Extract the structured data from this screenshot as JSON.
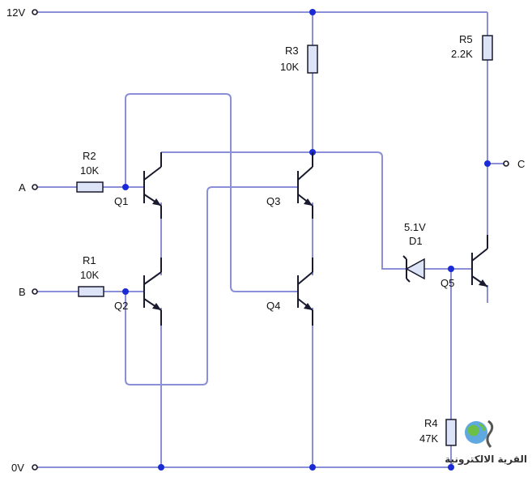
{
  "rails": {
    "top": "12V",
    "bottom": "0V"
  },
  "inputs": {
    "a": "A",
    "b": "B"
  },
  "output": {
    "c": "C"
  },
  "resistors": {
    "r1": {
      "name": "R1",
      "value": "10K"
    },
    "r2": {
      "name": "R2",
      "value": "10K"
    },
    "r3": {
      "name": "R3",
      "value": "10K"
    },
    "r4": {
      "name": "R4",
      "value": "47K"
    },
    "r5": {
      "name": "R5",
      "value": "2.2K"
    }
  },
  "diode": {
    "value": "5.1V",
    "name": "D1"
  },
  "transistors": {
    "q1": "Q1",
    "q2": "Q2",
    "q3": "Q3",
    "q4": "Q4",
    "q5": "Q5"
  },
  "watermark": {
    "text": "القرية الالكترونية"
  },
  "colors": {
    "wire": "#8b8fd8",
    "junction": "#1a2bd6",
    "resistor_fill": "#dde4f7"
  }
}
